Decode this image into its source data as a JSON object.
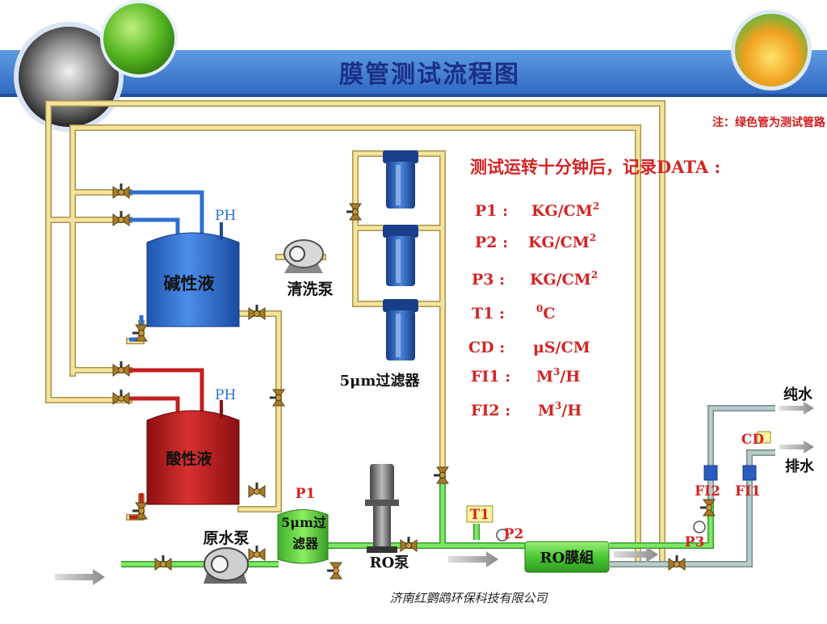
{
  "title": "膜管测试流程图",
  "note": "注：绿色管为测试管路",
  "record_heading": "测试运转十分钟后，记录DATA :",
  "readings": [
    {
      "key": "P1 :",
      "unit": "KG/CM",
      "sup": "2"
    },
    {
      "key": "P2 :",
      "unit": "KG/CM",
      "sup": "2"
    },
    {
      "key": "P3 :",
      "unit": "KG/CM",
      "sup": "2"
    },
    {
      "key": "T1 :",
      "unit": "C",
      "sup_before": "0"
    },
    {
      "key": "CD :",
      "unit": "μS/CM"
    },
    {
      "key": "FI1 :",
      "unit": "M",
      "sup": "3",
      "unit_tail": "/H"
    },
    {
      "key": "FI2 :",
      "unit": "M",
      "sup": "3",
      "unit_tail": "/H"
    }
  ],
  "labels": {
    "alkali_tank": "碱性液",
    "acid_tank": "酸性液",
    "ph1": "PH",
    "ph2": "PH",
    "clean_pump": "清洗泵",
    "filter_bank": "5μm过滤器",
    "prefilter_line1": "5μm过",
    "prefilter_line2": "滤器",
    "raw_pump": "原水泵",
    "ro_pump": "RO泵",
    "ro_module": "RO膜組",
    "pure_water": "纯水",
    "drain": "排水",
    "p1": "P1",
    "p2": "P2",
    "p3": "P3",
    "t1": "T1",
    "cd": "CD",
    "fi1": "FI1",
    "fi2": "FI2"
  },
  "footer": "济南红鹦鹉环保科技有限公司",
  "colors": {
    "banner_blue": "#3f7fd0",
    "title_navy": "#1b2f86",
    "red_text": "#d42424",
    "yellow_pipe": "#f2dc86",
    "green_pipe": "#66dd55",
    "alkali_tank": "#2f6fd0",
    "acid_tank": "#c42020"
  }
}
